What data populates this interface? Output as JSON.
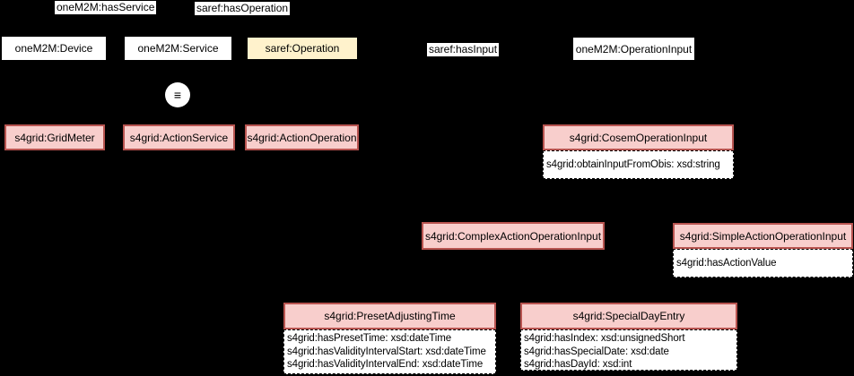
{
  "edge_labels": {
    "has_service": "oneM2M:hasService",
    "has_operation": "saref:hasOperation",
    "has_input": "saref:hasInput"
  },
  "nodes": {
    "device": "oneM2M:Device",
    "service": "oneM2M:Service",
    "operation": "saref:Operation",
    "operation_input": "oneM2M:OperationInput",
    "grid_meter": "s4grid:GridMeter",
    "action_service": "s4grid:ActionService",
    "action_operation": "s4grid:ActionOperation",
    "complex_action_operation_input": "s4grid:ComplexActionOperationInput"
  },
  "class_nodes": {
    "cosem_operation_input": {
      "title": "s4grid:CosemOperationInput",
      "attributes": [
        "s4grid:obtainInputFromObis: xsd:string"
      ]
    },
    "simple_action_operation_input": {
      "title": "s4grid:SimpleActionOperationInput",
      "attributes": [
        "s4grid:hasActionValue"
      ]
    },
    "preset_adjusting_time": {
      "title": "s4grid:PresetAdjustingTime",
      "attributes": [
        "s4grid:hasPresetTime: xsd:dateTime",
        "s4grid:hasValidityIntervalStart: xsd:dateTime",
        "s4grid:hasValidityIntervalEnd: xsd:dateTime"
      ]
    },
    "special_day_entry": {
      "title": "s4grid:SpecialDayEntry",
      "attributes": [
        "s4grid:hasIndex: xsd:unsignedShort",
        "s4grid:hasSpecialDate: xsd:date",
        "s4grid:hasDayId: xsd:int"
      ]
    }
  },
  "symbols": {
    "equivalence": "≡"
  },
  "colors": {
    "background": "#000000",
    "s4grid_fill": "#F8CECC",
    "s4grid_border": "#B85450",
    "external_fill": "#FFFFFF",
    "external_border": "#000000",
    "saref_operation_fill": "#FFF2CC",
    "attribute_fill": "#FFFFFF",
    "text": "#000000"
  }
}
